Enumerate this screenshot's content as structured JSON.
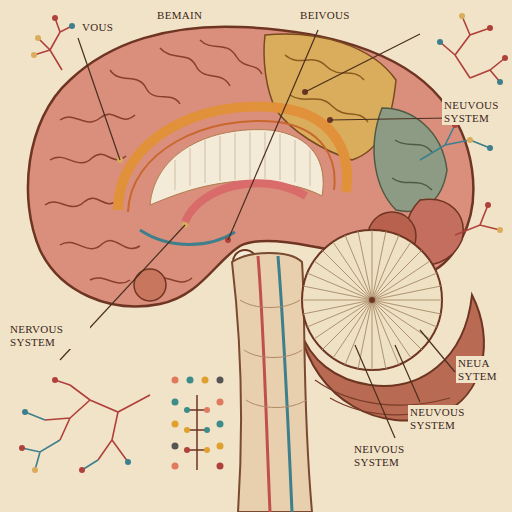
{
  "diagram": {
    "labels": [
      "VOUS",
      "BEMAIN",
      "BEIVOUS",
      "NEUVOUS SYSTEM",
      "NERVOUS SYSTEM",
      "NEUA SYTEM",
      "NEUVOUS SYSTEM",
      "NEIVOUS SYSTEM"
    ]
  }
}
